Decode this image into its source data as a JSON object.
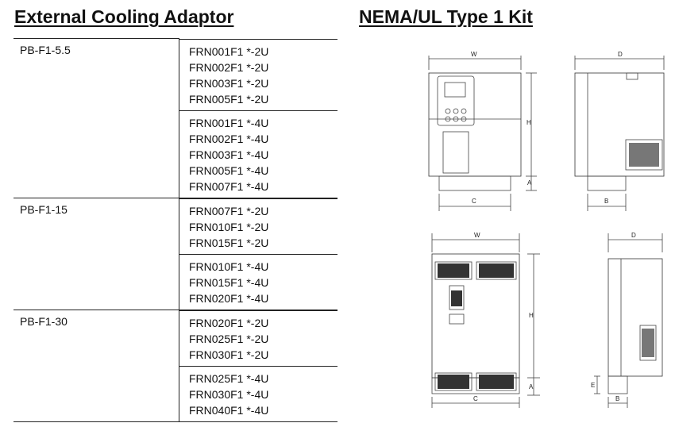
{
  "left_title": "External Cooling Adaptor",
  "right_title": "NEMA/UL Type 1 Kit",
  "rows": [
    {
      "adaptor": "PB-F1-5.5",
      "groups": [
        [
          "FRN001F1 *-2U",
          "FRN002F1 *-2U",
          "FRN003F1 *-2U",
          "FRN005F1 *-2U"
        ],
        [
          "FRN001F1 *-4U",
          "FRN002F1 *-4U",
          "FRN003F1 *-4U",
          "FRN005F1 *-4U",
          "FRN007F1 *-4U"
        ]
      ]
    },
    {
      "adaptor": "PB-F1-15",
      "groups": [
        [
          "FRN007F1 *-2U",
          "FRN010F1 *-2U",
          "FRN015F1 *-2U"
        ],
        [
          "FRN010F1 *-4U",
          "FRN015F1 *-4U",
          "FRN020F1 *-4U"
        ]
      ]
    },
    {
      "adaptor": "PB-F1-30",
      "groups": [
        [
          "FRN020F1 *-2U",
          "FRN025F1 *-2U",
          "FRN030F1 *-2U"
        ],
        [
          "FRN025F1 *-4U",
          "FRN030F1 *-4U",
          "FRN040F1 *-4U"
        ]
      ]
    }
  ],
  "dimension_labels": {
    "w": "W",
    "d": "D",
    "h": "H",
    "a": "A",
    "c": "C",
    "b": "B",
    "e": "E"
  }
}
